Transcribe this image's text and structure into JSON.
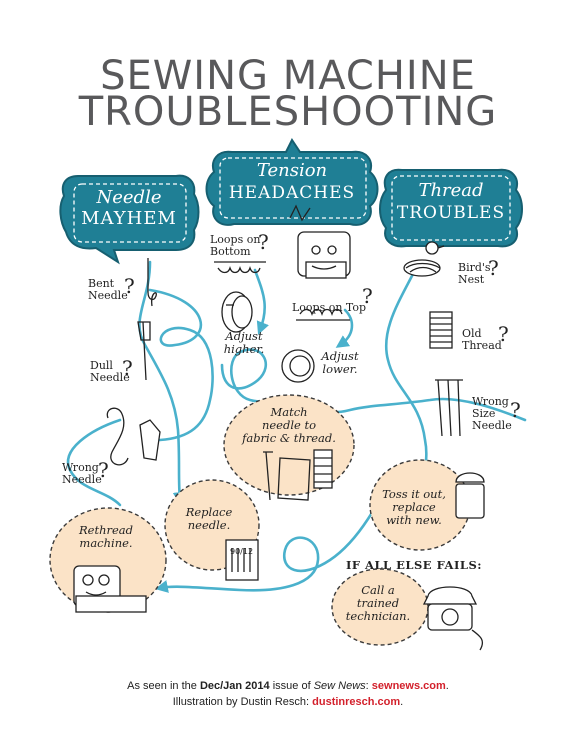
{
  "title": {
    "line1": "SEWING MACHINE",
    "line2": "TROUBLESHOOTING"
  },
  "colors": {
    "teal": "#1f7f95",
    "teal_dark": "#165f70",
    "oval_fill": "#fbe3c7",
    "arrow": "#4ab1cc",
    "title_gray": "#59595b",
    "link_red": "#d3212c"
  },
  "categories": {
    "needle": {
      "line1": "Needle",
      "line2": "MAYHEM"
    },
    "tension": {
      "line1": "Tension",
      "line2": "HEADACHES"
    },
    "thread": {
      "line1": "Thread",
      "line2": "TROUBLES"
    }
  },
  "problems": {
    "bent_needle": {
      "line1": "Bent",
      "line2": "Needle"
    },
    "dull_needle": {
      "line1": "Dull",
      "line2": "Needle"
    },
    "wrong_needle": {
      "line1": "Wrong",
      "line2": "Needle"
    },
    "loops_bottom": {
      "line1": "Loops on",
      "line2": "Bottom"
    },
    "loops_top": {
      "line1": "Loops on Top"
    },
    "birds_nest": {
      "line1": "Bird's",
      "line2": "Nest"
    },
    "old_thread": {
      "line1": "Old",
      "line2": "Thread"
    },
    "wrong_size": {
      "line1": "Wrong",
      "line2": "Size",
      "line3": "Needle"
    },
    "question_mark": "?"
  },
  "solutions": {
    "adjust_higher": {
      "line1": "Adjust",
      "line2": "higher."
    },
    "adjust_lower": {
      "line1": "Adjust",
      "line2": "lower."
    },
    "match": {
      "line1": "Match",
      "line2": "needle to",
      "line3": "fabric & thread."
    },
    "toss": {
      "line1": "Toss it out,",
      "line2": "replace",
      "line3": "with new."
    },
    "replace": {
      "line1": "Replace",
      "line2": "needle."
    },
    "rethread": {
      "line1": "Rethread",
      "line2": "machine."
    },
    "technician": {
      "line1": "Call a",
      "line2": "trained",
      "line3": "technician."
    }
  },
  "fails_label": "IF ALL ELSE FAILS:",
  "needle_pack_label": "90/12",
  "footer": {
    "line1_pre": "As seen in the ",
    "issue": "Dec/Jan 2014",
    "line1_mid": " issue of ",
    "magazine": "Sew News",
    "line1_sep": ": ",
    "site1": "sewnews.com",
    "line1_end": ".",
    "line2_pre": "Illustration by Dustin Resch: ",
    "site2": "dustinresch.com",
    "line2_end": "."
  }
}
